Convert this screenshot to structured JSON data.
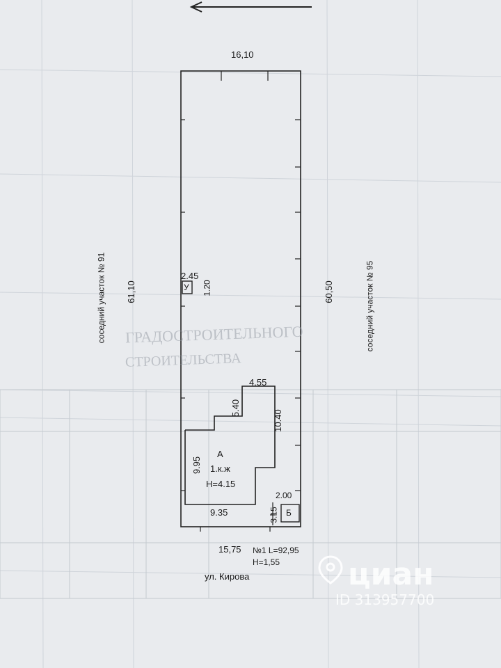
{
  "plan": {
    "top_width": "16,10",
    "left_length": "61,10",
    "right_length": "60,50",
    "bottom_width": "15,75",
    "neighbor_left": "соседний участок № 91",
    "neighbor_right": "соседний участок № 95",
    "street": "ул. Кирова",
    "fence_length": "№1 L=92,95",
    "fence_height": "H=1,55"
  },
  "outbuilding_u": {
    "letter": "У",
    "width": "2.45",
    "depth": "1.20"
  },
  "house": {
    "letter": "А",
    "type": "1.к.ж",
    "height": "H=4.15",
    "dim_top": "4.55",
    "dim_step": "5.40",
    "dim_right": "10.40",
    "dim_left": "9.95",
    "dim_bottom": "9.35"
  },
  "outbuilding_b": {
    "letter": "Б",
    "width": "2.00",
    "depth": "3.15"
  },
  "background_text": {
    "heading_1": "ГРАДОСТРОИТЕЛЬНОГО",
    "heading_2": "СТРОИТЕЛЬСТВА"
  },
  "watermark": {
    "brand": "циан",
    "id": "ID 313957700"
  }
}
